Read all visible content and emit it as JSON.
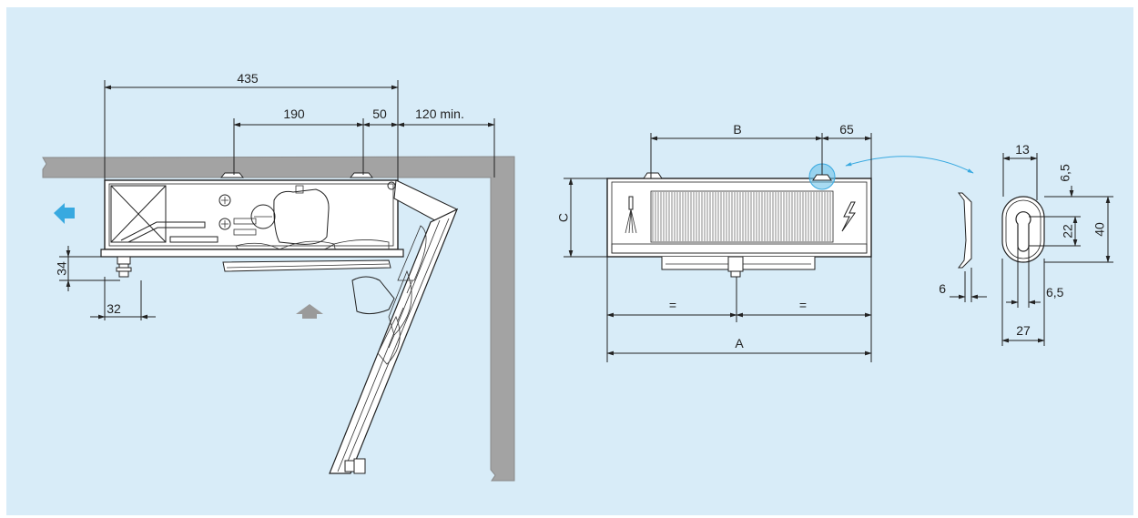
{
  "labels": {
    "w435": "435",
    "w190": "190",
    "w50": "50",
    "w120": "120 min.",
    "h34": "34",
    "w32": "32",
    "b": "B",
    "d65": "65",
    "c": "C",
    "eq_left": "=",
    "eq_right": "=",
    "a": "A",
    "d13": "13",
    "d6_5_top": "6,5",
    "d22": "22",
    "d40": "40",
    "d6": "6",
    "d6_5_bottom": "6,5",
    "d27": "27"
  },
  "colors": {
    "background": "#d8ecf8",
    "wall": "#a3a3a3",
    "arrow_blue": "#38a9e0",
    "arrow_grey": "#9a9a9a",
    "highlight": "#6ec3ea",
    "line": "#222222"
  },
  "icons": [
    "airflow-out-arrow-icon",
    "airflow-in-arrow-icon",
    "drain-icon",
    "electrical-icon",
    "curved-arrow-icon"
  ]
}
